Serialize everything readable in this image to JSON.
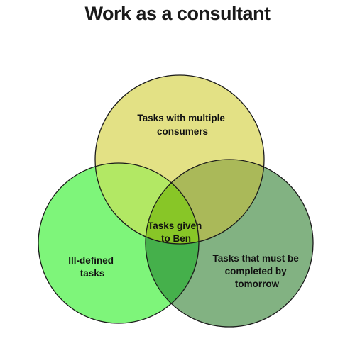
{
  "diagram": {
    "title": "Work as a consultant",
    "sets": [
      {
        "id": "multiple-consumers",
        "lines": [
          "Tasks with multiple",
          "consumers"
        ],
        "color": "#e3e185"
      },
      {
        "id": "ill-defined",
        "lines": [
          "Ill-defined",
          "tasks"
        ],
        "color": "#7ef57a"
      },
      {
        "id": "due-tomorrow",
        "lines": [
          "Tasks that must be",
          "completed by",
          "tomorrow"
        ],
        "color": "#82b282"
      }
    ],
    "intersections": {
      "top_left": {
        "color": "#b2e864"
      },
      "top_right": {
        "color": "#aab959"
      },
      "left_right": {
        "color": "#45b04b"
      },
      "center": {
        "lines": [
          "Tasks given",
          "to Ben"
        ],
        "color": "#88c627"
      }
    }
  }
}
